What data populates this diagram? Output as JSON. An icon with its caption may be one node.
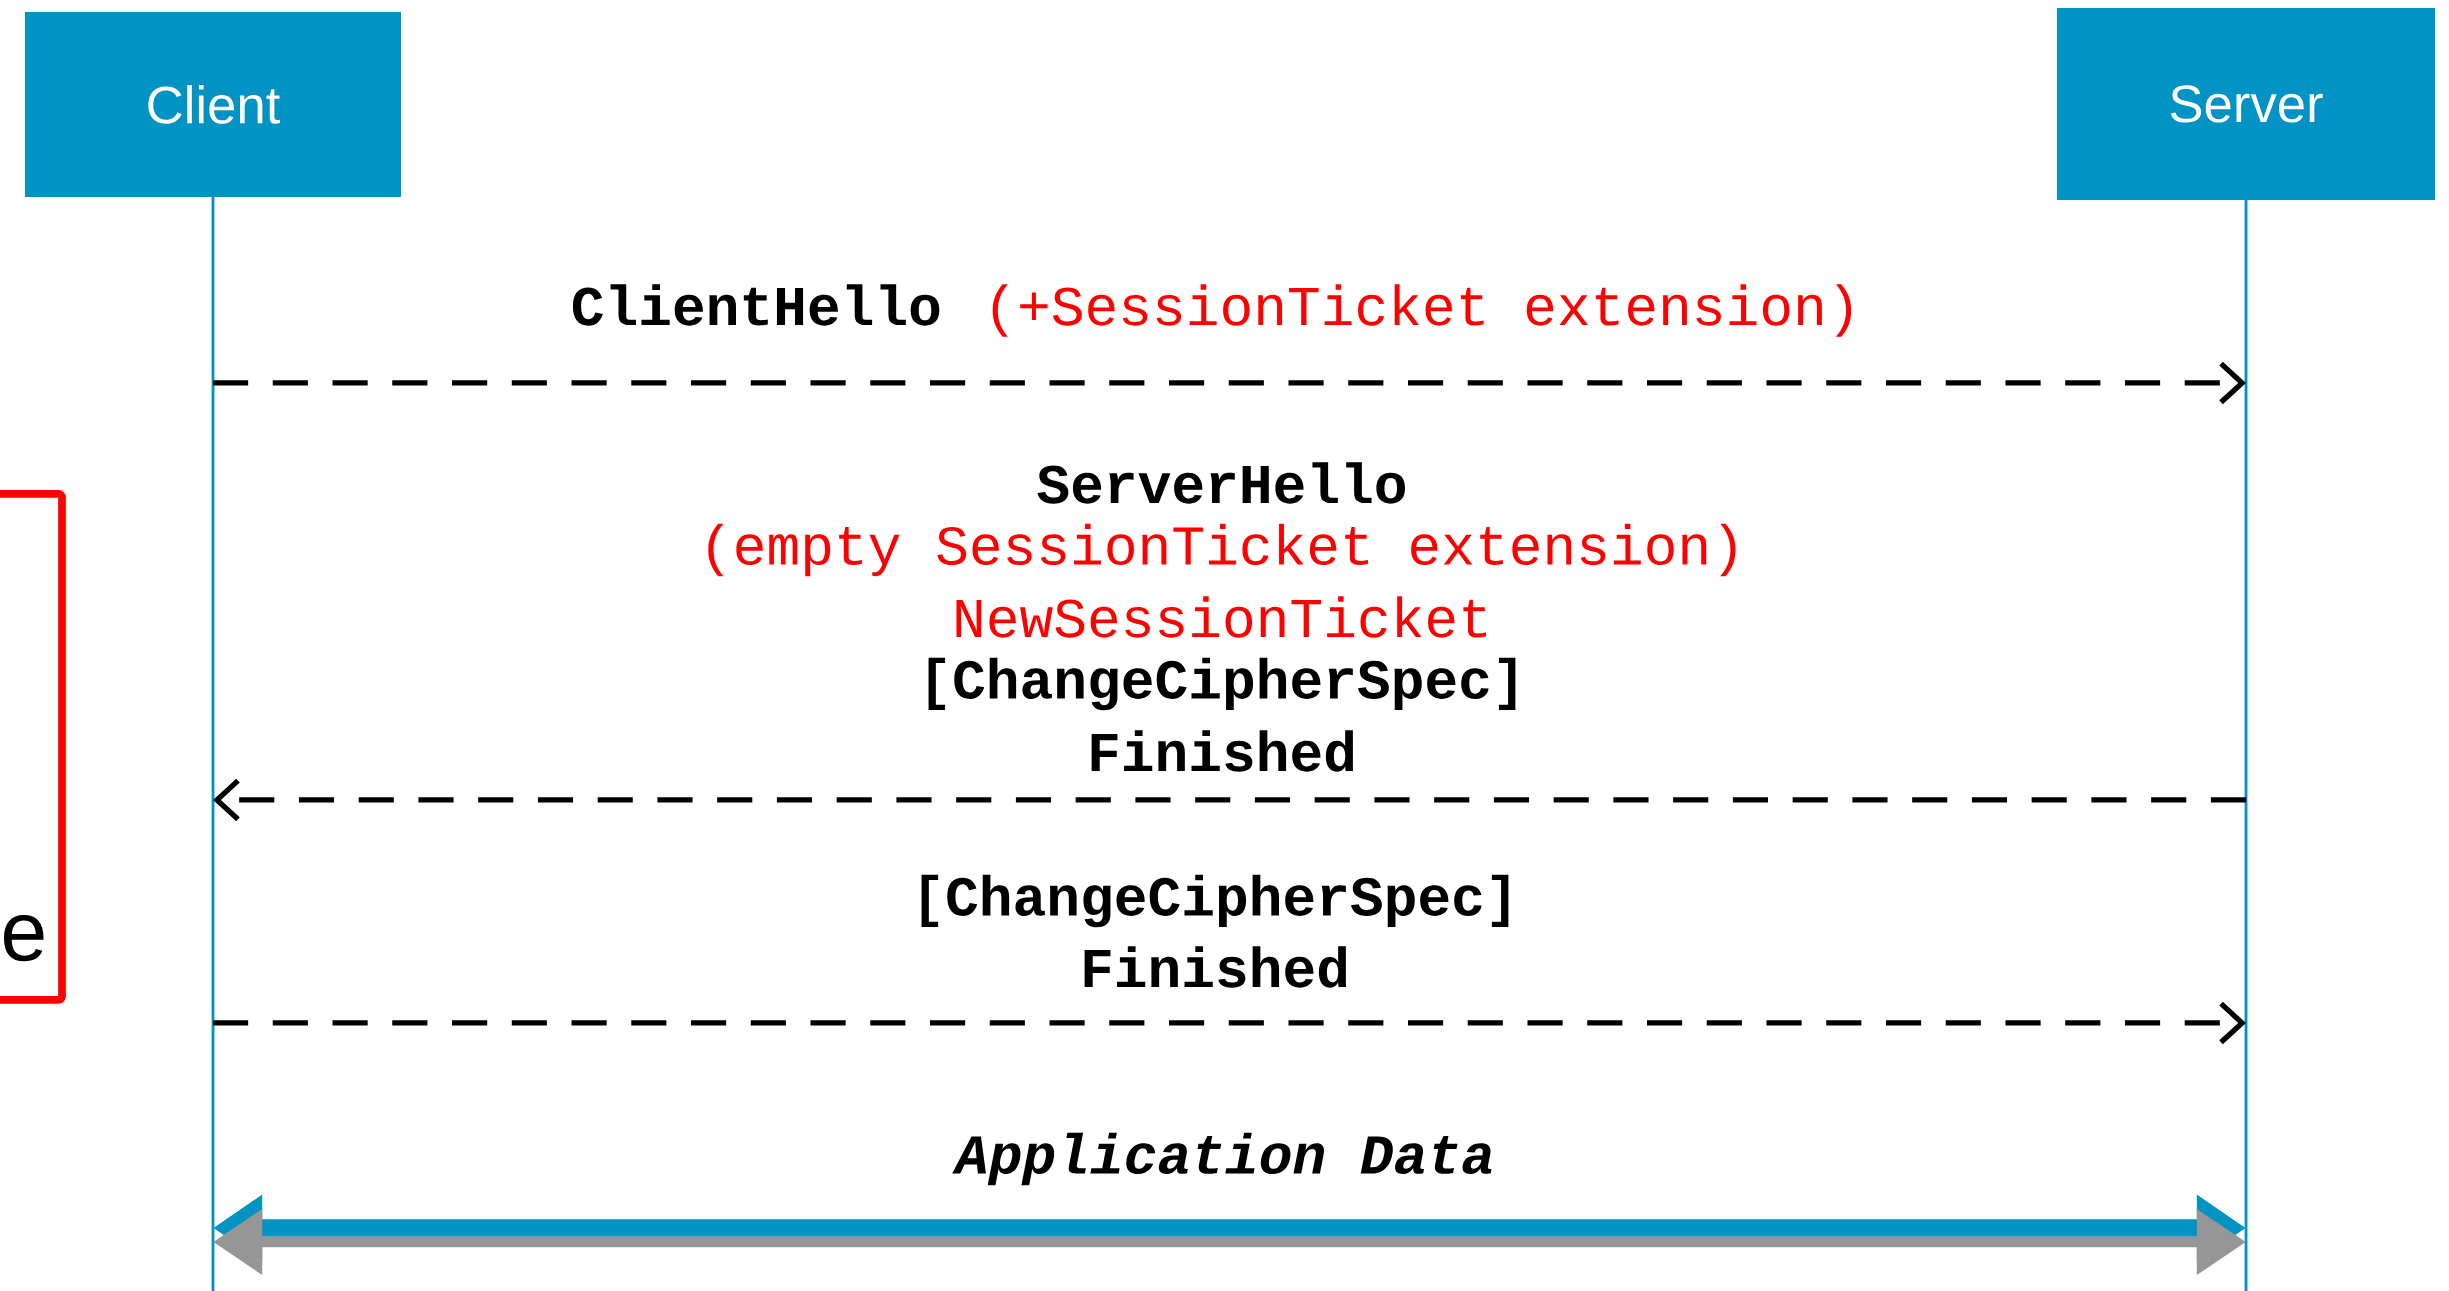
{
  "diagram": {
    "nodes": [
      {
        "text": [
          "Client"
        ]
      },
      {
        "text": [
          "Server"
        ]
      },
      {
        "text": [
          "e"
        ]
      }
    ],
    "edges": [
      {
        "from": 0,
        "to": 1,
        "arrow": "to",
        "style": "dashed"
      },
      {
        "from": 1,
        "to": 0,
        "arrow": "to",
        "style": "dashed"
      },
      {
        "from": 0,
        "to": 1,
        "arrow": "to",
        "style": "dashed"
      },
      {
        "from": 0,
        "to": 1,
        "arrow": "both",
        "style": "thick",
        "color": "#0093c4"
      }
    ],
    "labels": [
      "ClientHello",
      "(+SessionTicket extension)",
      "ServerHello",
      "(empty SessionTicket extension)",
      "NewSessionTicket",
      "[ChangeCipherSpec]",
      "Finished",
      "[ChangeCipherSpec]",
      "Finished",
      "Application Data"
    ]
  }
}
